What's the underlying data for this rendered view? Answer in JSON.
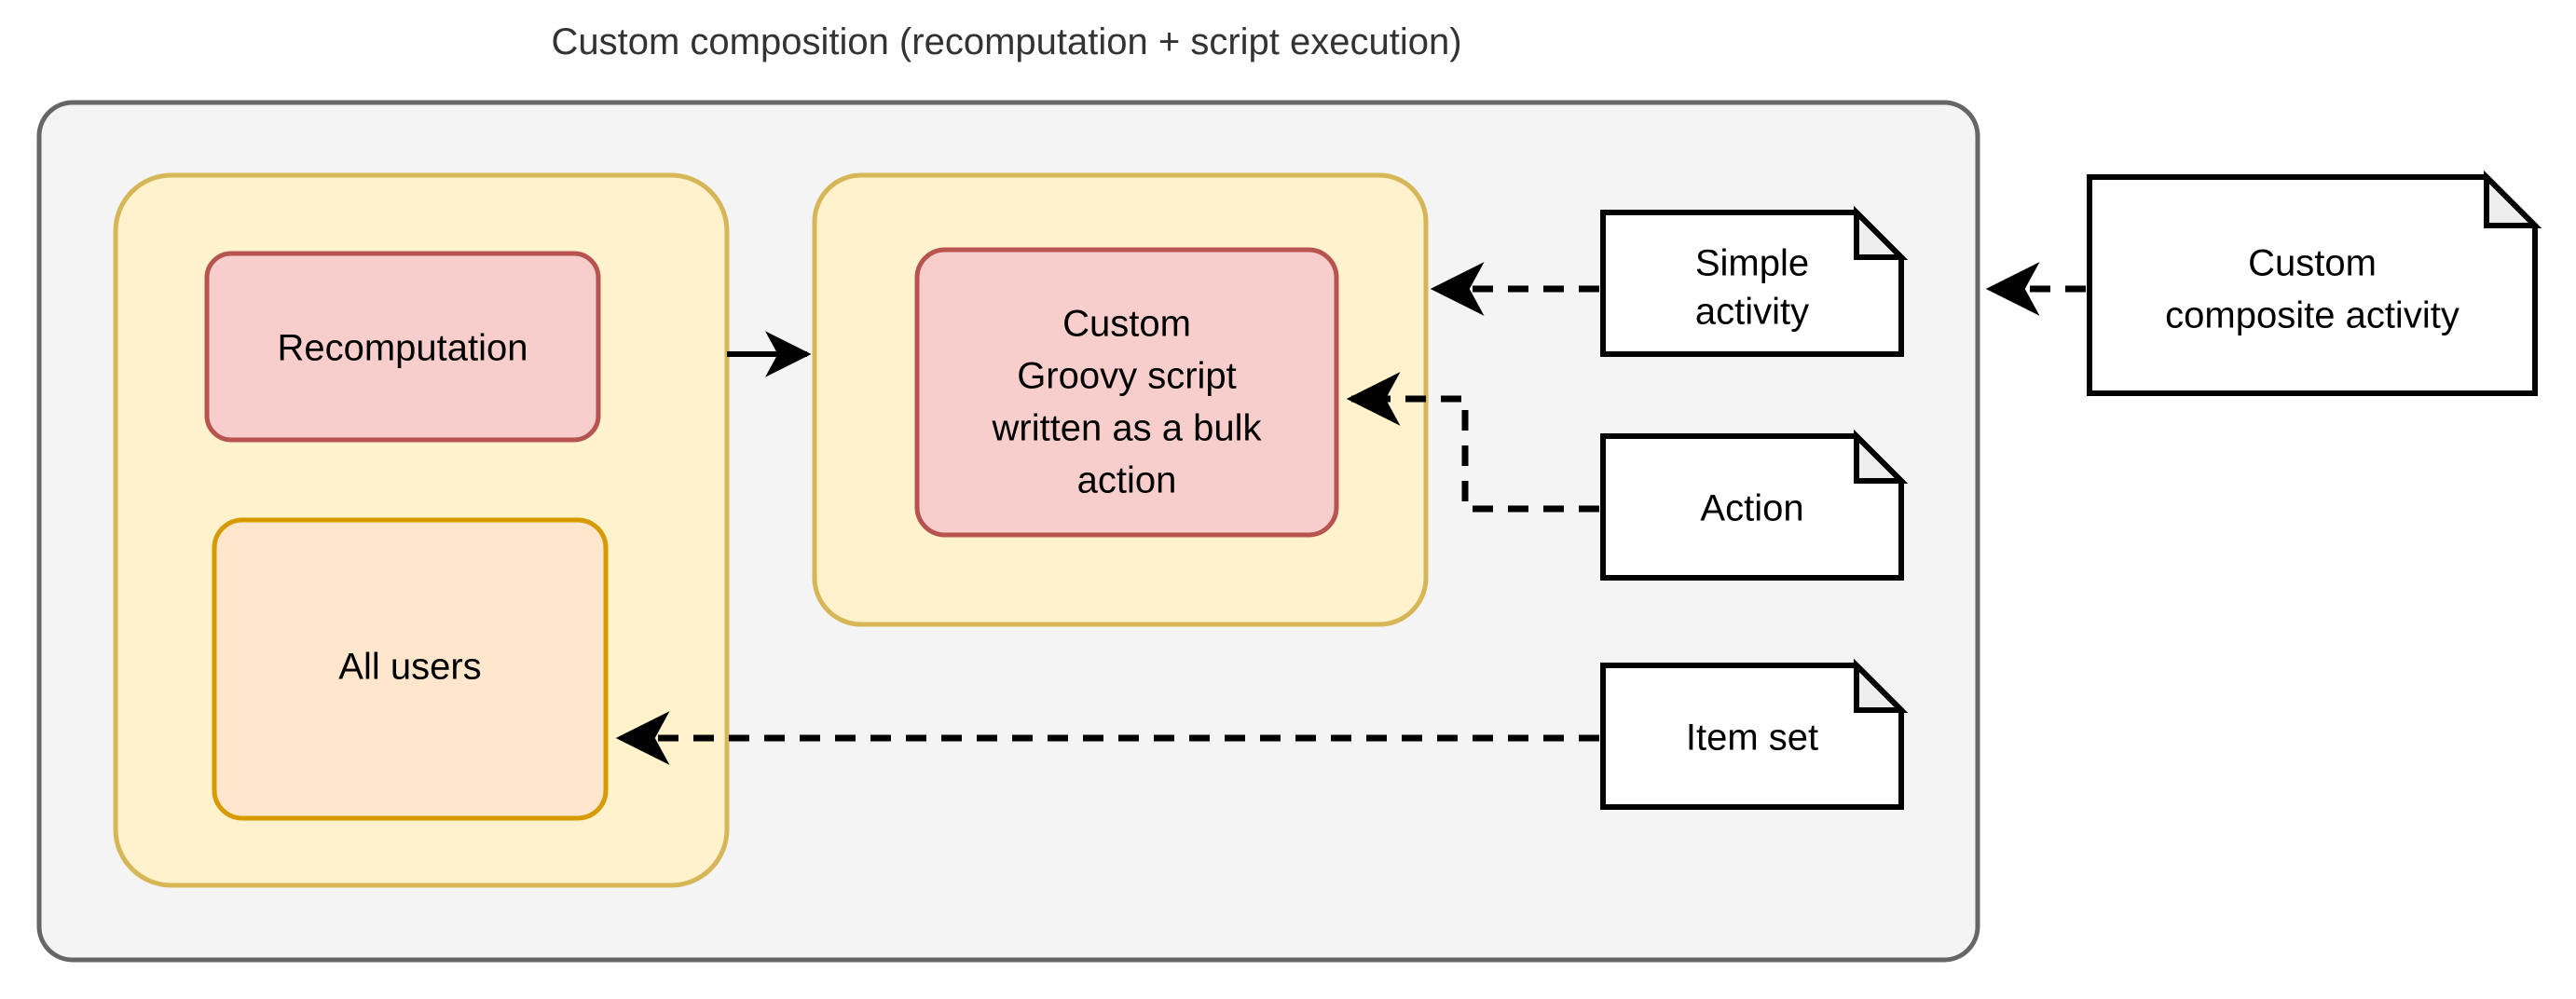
{
  "diagram": {
    "title": "Custom composition (recomputation + script execution)",
    "colors": {
      "outer_container_fill": "#f4f4f4",
      "outer_container_stroke": "#666666",
      "group_fill": "#fff2cc",
      "group_stroke": "#d6b656",
      "pink_fill": "#f8cecc",
      "pink_stroke": "#b85450",
      "orange_fill": "#ffe6cc",
      "orange_stroke": "#d79b00",
      "note_fill": "#ffffff",
      "note_stroke": "#000000",
      "note_fold_fill": "#eeeeee",
      "edge_stroke": "#000000",
      "title_color": "#333333"
    },
    "containers": [
      {
        "id": "outer-container",
        "name": "custom-composition-container",
        "label": "Custom composition (recomputation + script execution)",
        "label_position": "above-outside"
      },
      {
        "id": "group-left",
        "name": "recomputation-group",
        "label": ""
      },
      {
        "id": "group-right",
        "name": "script-group",
        "label": ""
      }
    ],
    "nodes": [
      {
        "id": "recomputation",
        "name": "recomputation-node",
        "label": "Recomputation",
        "lines": [
          "Recomputation"
        ],
        "fill": "#f8cecc",
        "stroke": "#b85450",
        "shape": "rounded-rect"
      },
      {
        "id": "all-users",
        "name": "all-users-node",
        "label": "All users",
        "lines": [
          "All users"
        ],
        "fill": "#ffe6cc",
        "stroke": "#d79b00",
        "shape": "rounded-rect"
      },
      {
        "id": "custom-groovy-script",
        "name": "custom-groovy-script-node",
        "label": "Custom Groovy script written as a bulk action",
        "lines": [
          "Custom",
          "Groovy script",
          "written as a bulk",
          "action"
        ],
        "fill": "#f8cecc",
        "stroke": "#b85450",
        "shape": "rounded-rect"
      },
      {
        "id": "simple-activity",
        "name": "simple-activity-note",
        "label": "Simple activity",
        "lines": [
          "Simple",
          "activity"
        ],
        "fill": "#ffffff",
        "stroke": "#000000",
        "shape": "note"
      },
      {
        "id": "action",
        "name": "action-note",
        "label": "Action",
        "lines": [
          "Action"
        ],
        "fill": "#ffffff",
        "stroke": "#000000",
        "shape": "note"
      },
      {
        "id": "item-set",
        "name": "item-set-note",
        "label": "Item set",
        "lines": [
          "Item set"
        ],
        "fill": "#ffffff",
        "stroke": "#000000",
        "shape": "note"
      },
      {
        "id": "custom-composite-activity",
        "name": "custom-composite-activity-note",
        "label": "Custom composite activity",
        "lines": [
          "Custom",
          "composite activity"
        ],
        "fill": "#ffffff",
        "stroke": "#000000",
        "shape": "note"
      }
    ],
    "edges": [
      {
        "id": "edge-recomp-to-script",
        "name": "edge-recomputation-to-script-group",
        "from": "group-left",
        "to": "group-right",
        "style": "solid",
        "arrow": "end",
        "label": ""
      },
      {
        "id": "edge-simple-activity",
        "name": "edge-simple-activity-to-script-group",
        "from": "simple-activity",
        "to": "group-right",
        "style": "dashed",
        "arrow": "end",
        "label": ""
      },
      {
        "id": "edge-action",
        "name": "edge-action-to-custom-groovy-script",
        "from": "action",
        "to": "custom-groovy-script",
        "style": "dashed",
        "arrow": "end",
        "label": ""
      },
      {
        "id": "edge-item-set",
        "name": "edge-item-set-to-all-users",
        "from": "item-set",
        "to": "all-users",
        "style": "dashed",
        "arrow": "end",
        "label": ""
      },
      {
        "id": "edge-composite",
        "name": "edge-custom-composite-activity-to-container",
        "from": "custom-composite-activity",
        "to": "outer-container",
        "style": "dashed",
        "arrow": "end",
        "label": ""
      }
    ]
  }
}
